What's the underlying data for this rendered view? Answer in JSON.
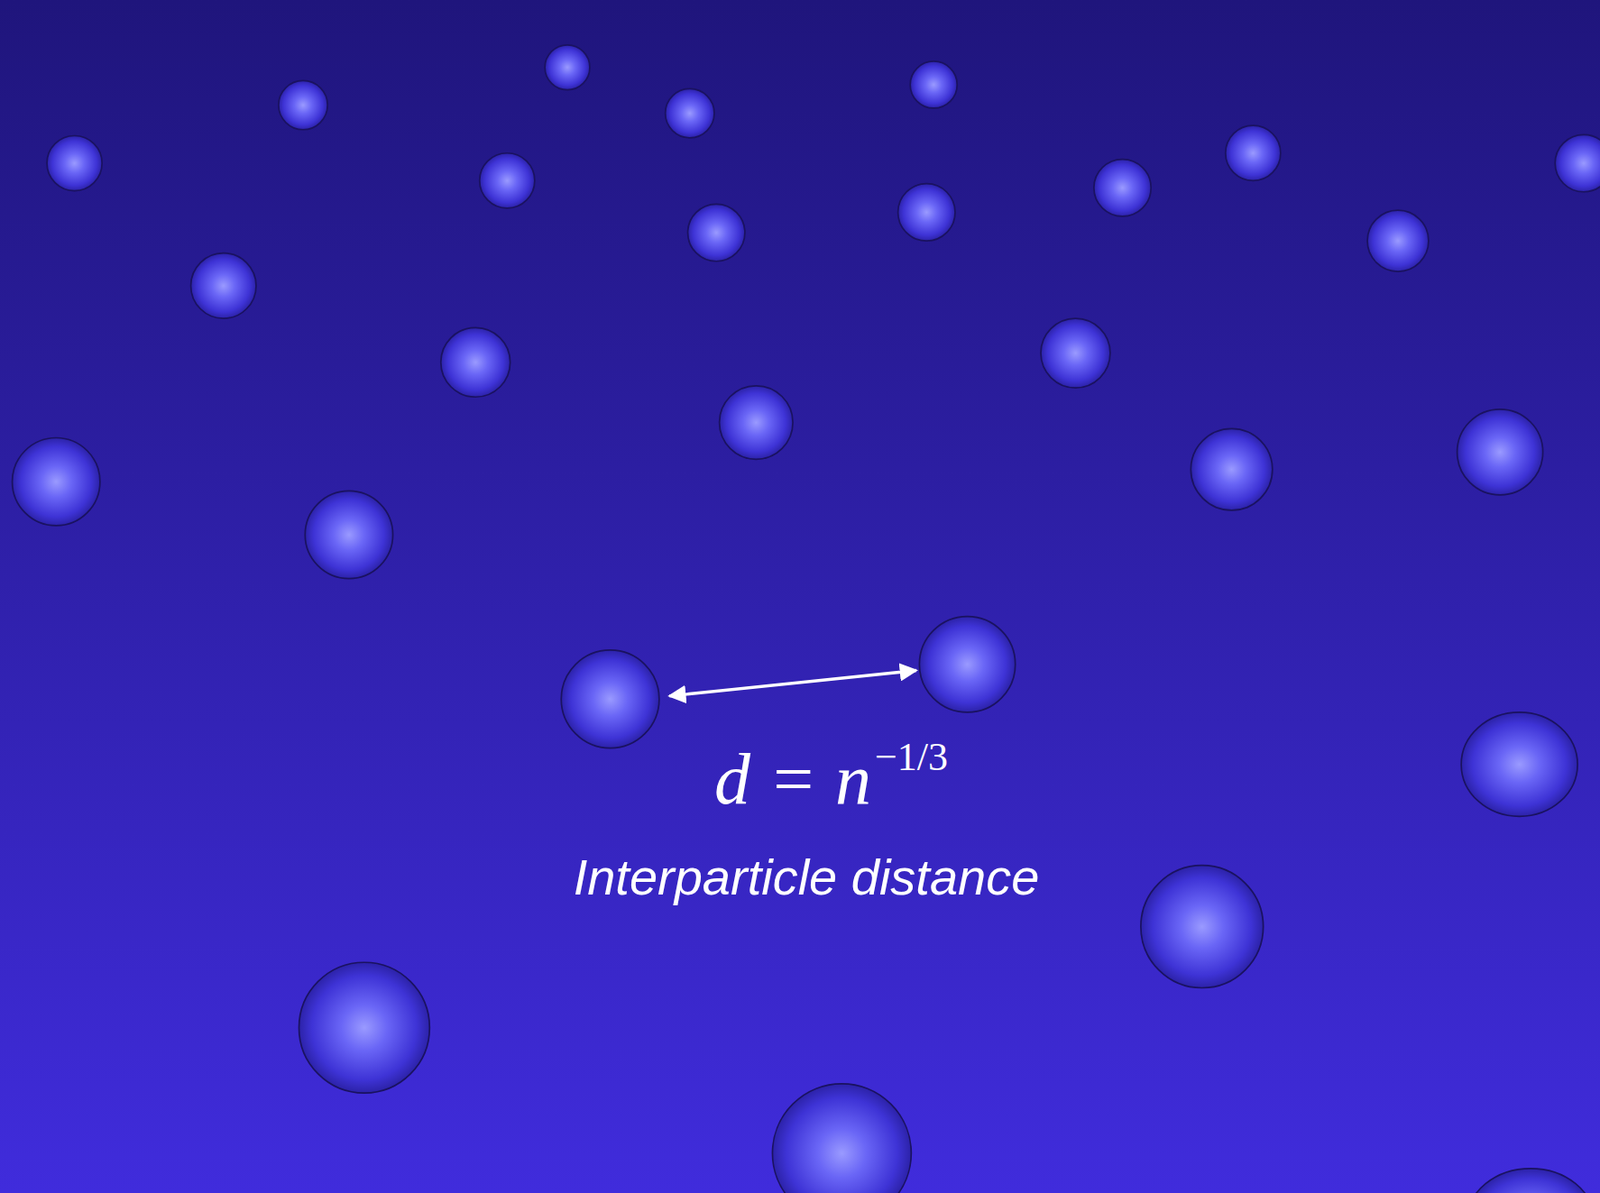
{
  "diagram": {
    "labels": [
      "d = n",
      "−1/3",
      "Interparticle distance"
    ]
  }
}
